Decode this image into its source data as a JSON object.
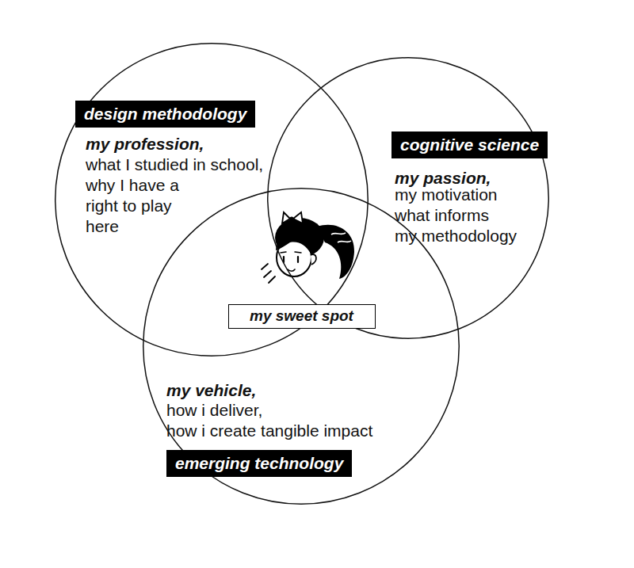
{
  "diagram": {
    "nodes": [
      {
        "text": [
          "design methodology",
          "my profession,",
          "what I studied in school, why I have a right to play here"
        ]
      },
      {
        "text": [
          "cognitive science",
          "my passion,",
          "my motivation what informs my methodology"
        ]
      },
      {
        "text": [
          "my vehicle,",
          "how i deliver, how i create tangible impact",
          "emerging technology"
        ]
      },
      {
        "text": [
          "my sweet spot"
        ]
      }
    ]
  }
}
